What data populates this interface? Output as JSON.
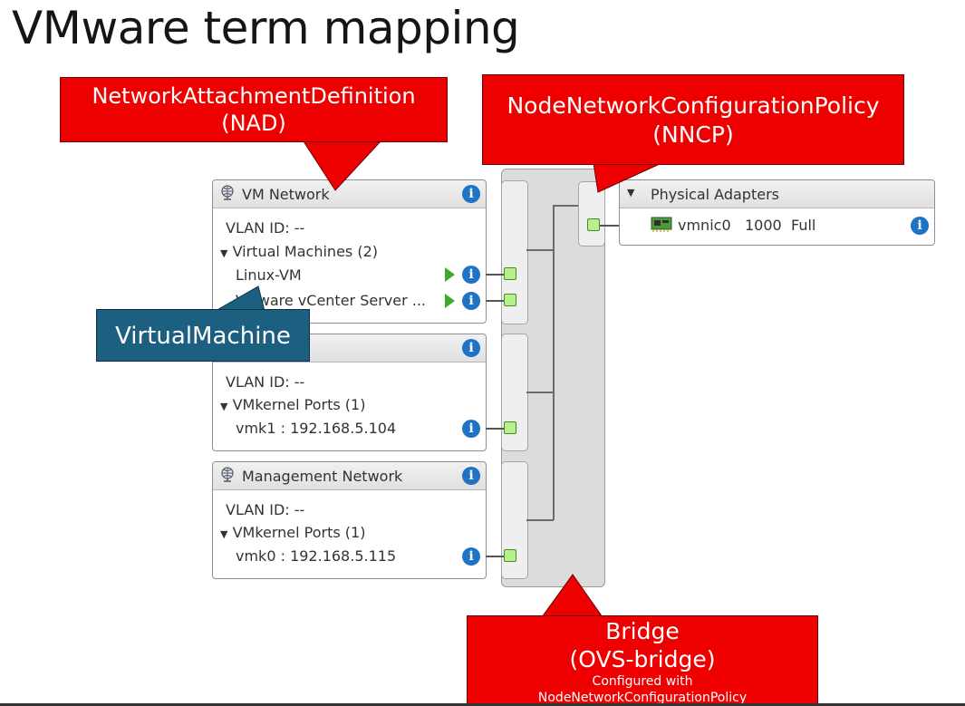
{
  "title": "VMware term mapping",
  "callouts": {
    "nad_line1": "NetworkAttachmentDefinition",
    "nad_line2": "(NAD)",
    "nncp_line1": "NodeNetworkConfigurationPolicy",
    "nncp_line2": "(NNCP)",
    "vm": "VirtualMachine",
    "bridge_line1": "Bridge",
    "bridge_line2": "(OVS-bridge)",
    "bridge_line3": "Configured with",
    "bridge_line4": "NodeNetworkConfigurationPolicy"
  },
  "port_groups": [
    {
      "name": "VM Network",
      "vlan": "VLAN ID: --",
      "section": "Virtual Machines (2)",
      "items": [
        "Linux-VM",
        "VMware vCenter Server ..."
      ]
    },
    {
      "name": "",
      "vlan": "VLAN ID: --",
      "section": "VMkernel Ports (1)",
      "items": [
        "vmk1 : 192.168.5.104"
      ]
    },
    {
      "name": "Management Network",
      "vlan": "VLAN ID: --",
      "section": "VMkernel Ports (1)",
      "items": [
        "vmk0 : 192.168.5.115"
      ]
    }
  ],
  "physical_adapters": {
    "title": "Physical Adapters",
    "nic": "vmnic0",
    "speed": "1000",
    "duplex": "Full"
  },
  "icons": {
    "globe": "network-globe-icon",
    "info": "info-icon",
    "play": "vm-powered-on-icon",
    "port": "port-connector-icon",
    "nic": "nic-card-icon",
    "expand": "expand-triangle-icon"
  },
  "colors": {
    "callout_red": "#ee0000",
    "callout_blue": "#1c5f80",
    "info_blue": "#1f73c6",
    "port_green": "#b7f08c",
    "play_green": "#3eaa2d"
  }
}
